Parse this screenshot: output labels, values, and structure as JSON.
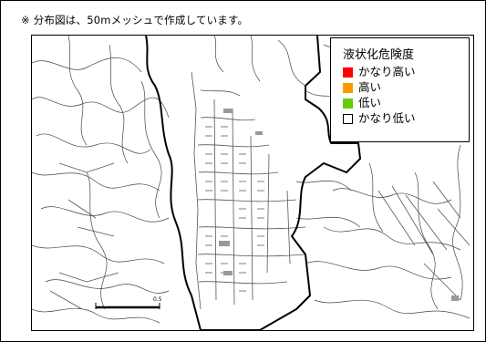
{
  "note": "※ 分布図は、50mメッシュで作成しています。",
  "legend": {
    "title": "液状化危険度",
    "items": [
      {
        "label": "かなり高い",
        "color": "#ff0000"
      },
      {
        "label": "高い",
        "color": "#ff9900"
      },
      {
        "label": "低い",
        "color": "#66cc00"
      },
      {
        "label": "かなり低い",
        "color": "#ffffff"
      }
    ]
  },
  "scale_bar": {
    "end_label": "0.5"
  },
  "colors": {
    "boundary": "#000000",
    "road": "#555555",
    "contour": "#444444"
  }
}
